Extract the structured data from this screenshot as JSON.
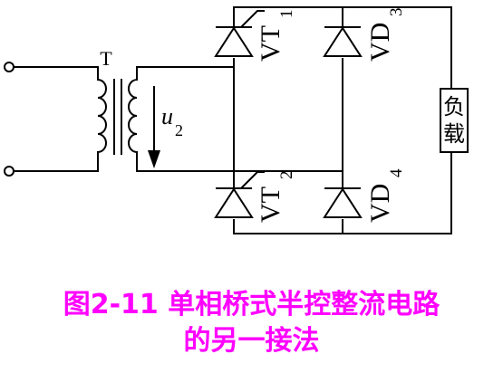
{
  "diagram": {
    "transformer_label": "T",
    "voltage_label": "u",
    "voltage_subscript": "2",
    "components": {
      "vt1": {
        "name": "VT",
        "sub": "1"
      },
      "vd3": {
        "name": "VD",
        "sub": "3"
      },
      "vt2": {
        "name": "VT",
        "sub": "2"
      },
      "vd4": {
        "name": "VD",
        "sub": "4"
      }
    },
    "load_label_line1": "负",
    "load_label_line2": "载"
  },
  "caption": {
    "line1": "图2-11  单相桥式半控整流电路",
    "line2": "的另一接法"
  }
}
